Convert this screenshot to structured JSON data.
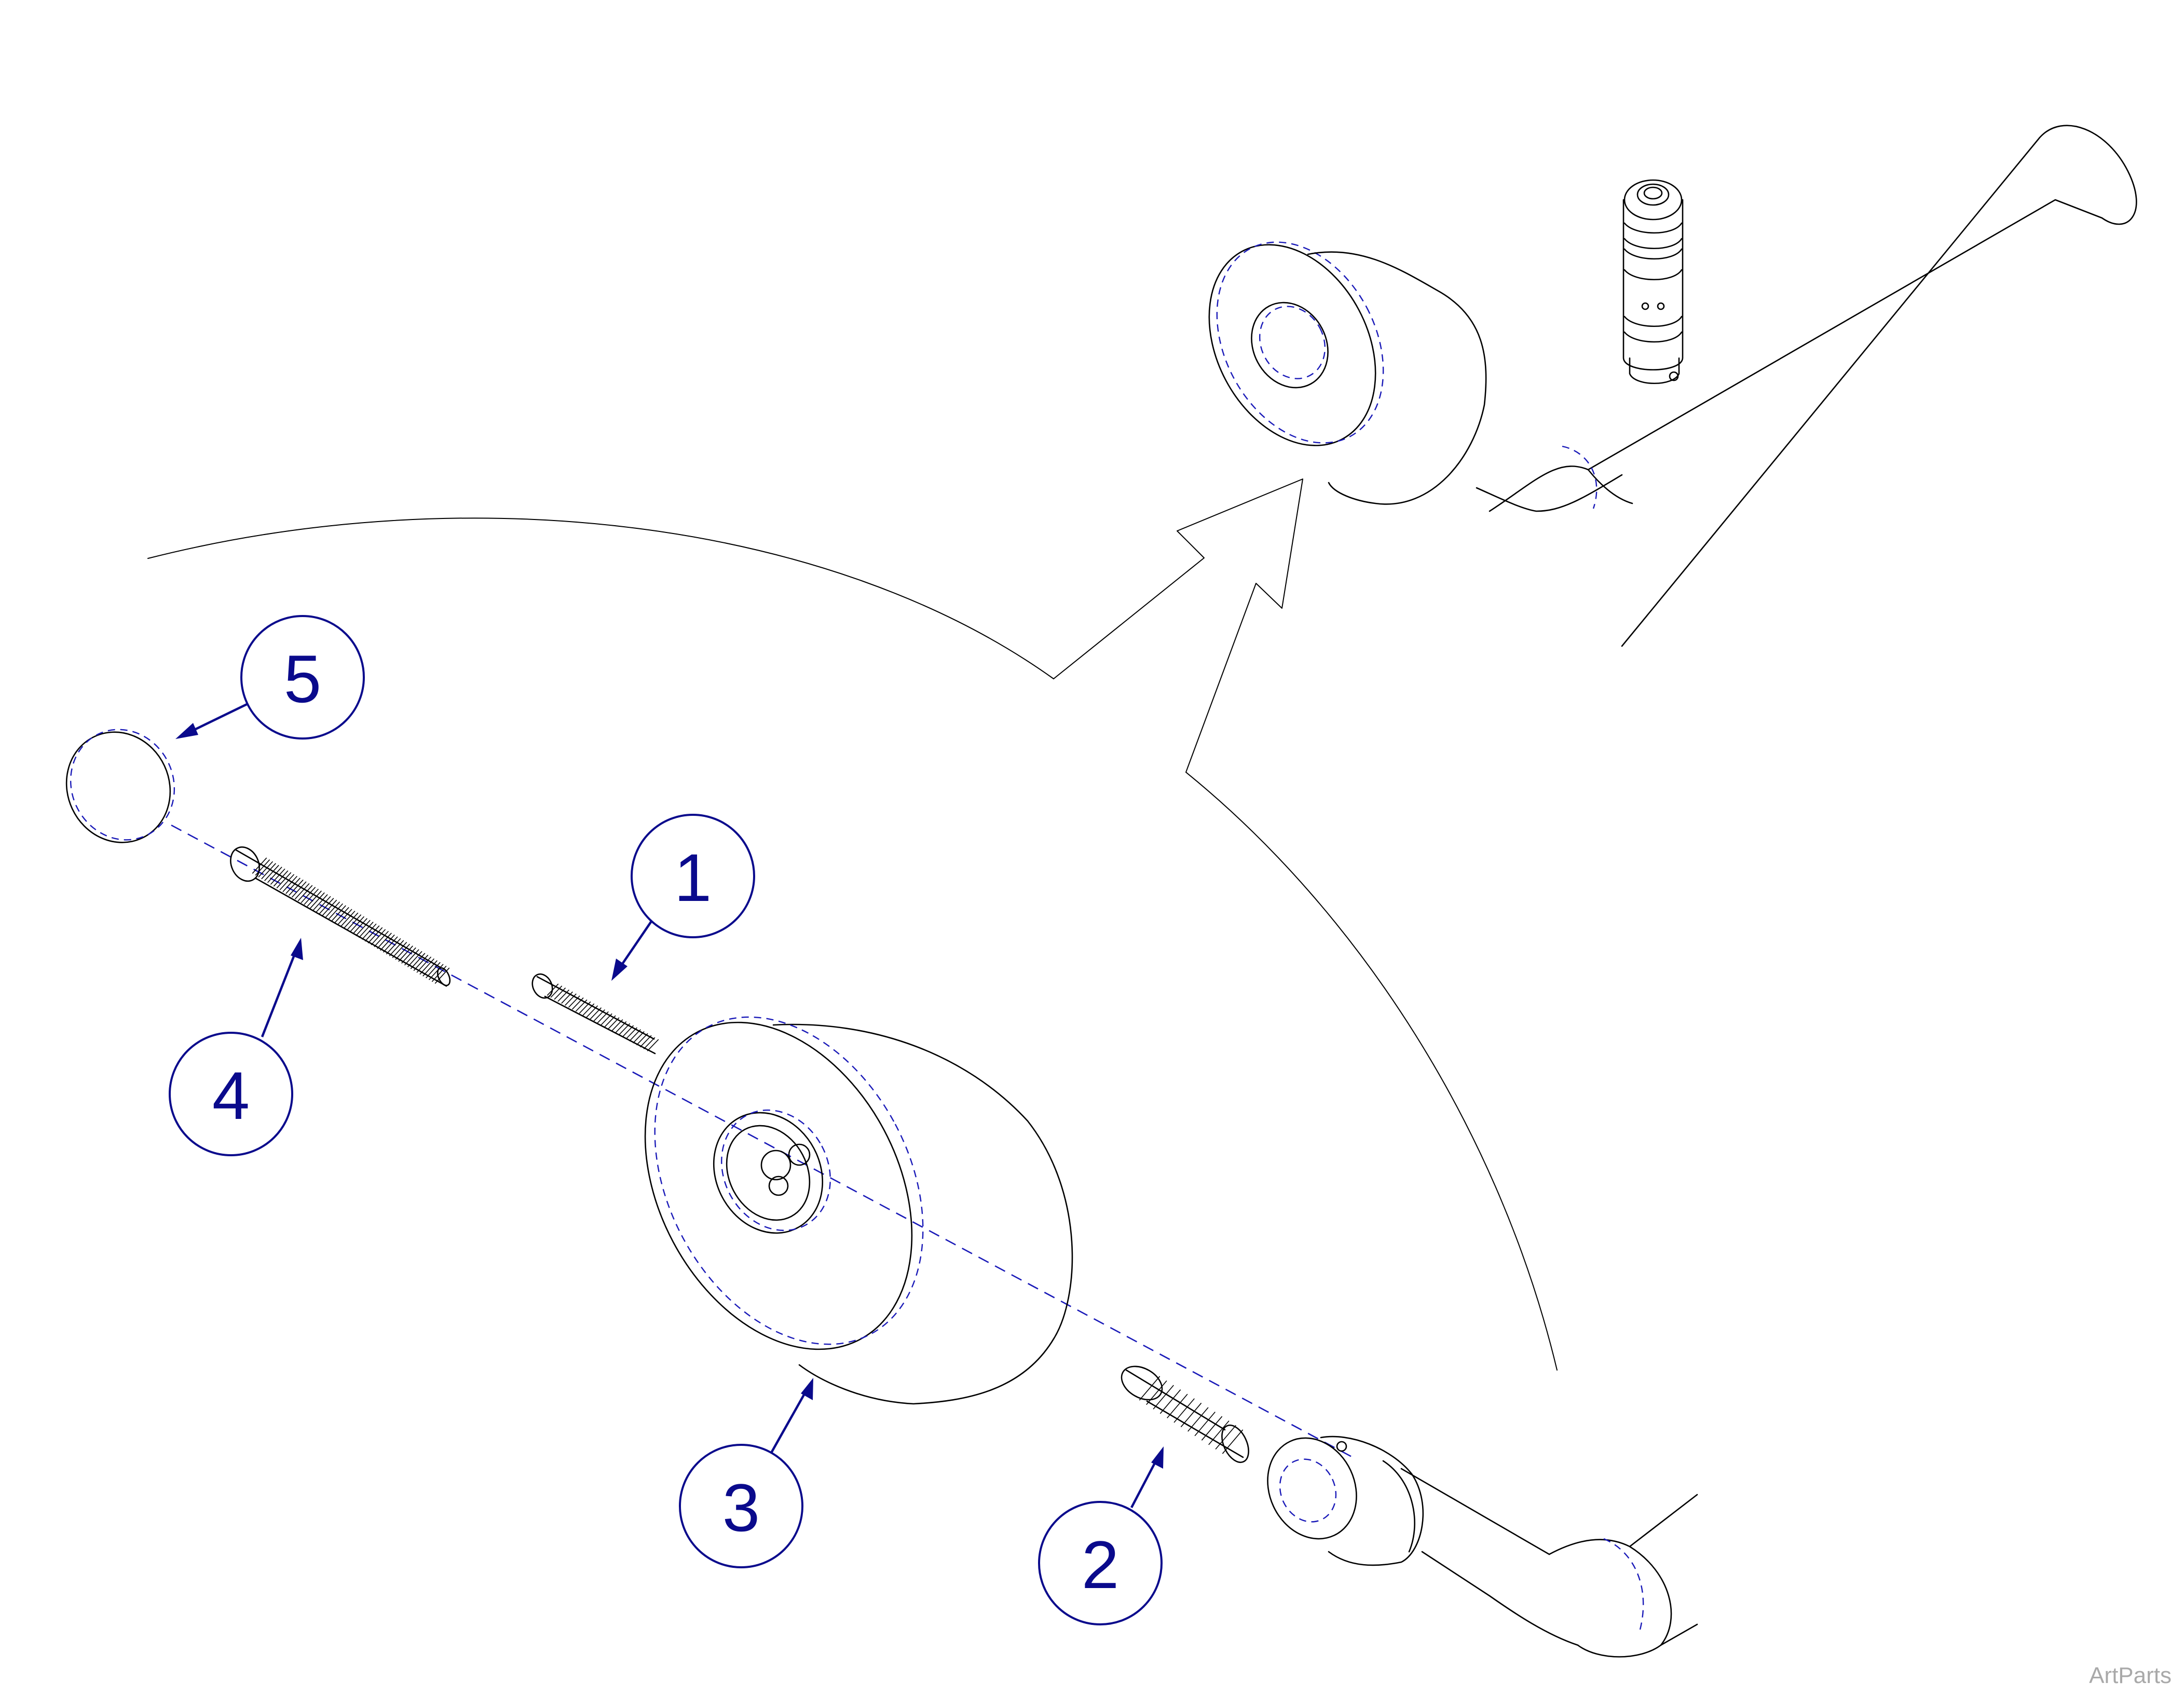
{
  "diagram": {
    "callouts": [
      {
        "id": "callout-1",
        "label": "1"
      },
      {
        "id": "callout-2",
        "label": "2"
      },
      {
        "id": "callout-3",
        "label": "3"
      },
      {
        "id": "callout-4",
        "label": "4"
      },
      {
        "id": "callout-5",
        "label": "5"
      }
    ]
  },
  "watermark": "ArtParts",
  "colors": {
    "callout": "#0a0a8c",
    "hidden_line": "#1a1ab8",
    "line": "#000000",
    "watermark": "#a9a9a9"
  }
}
